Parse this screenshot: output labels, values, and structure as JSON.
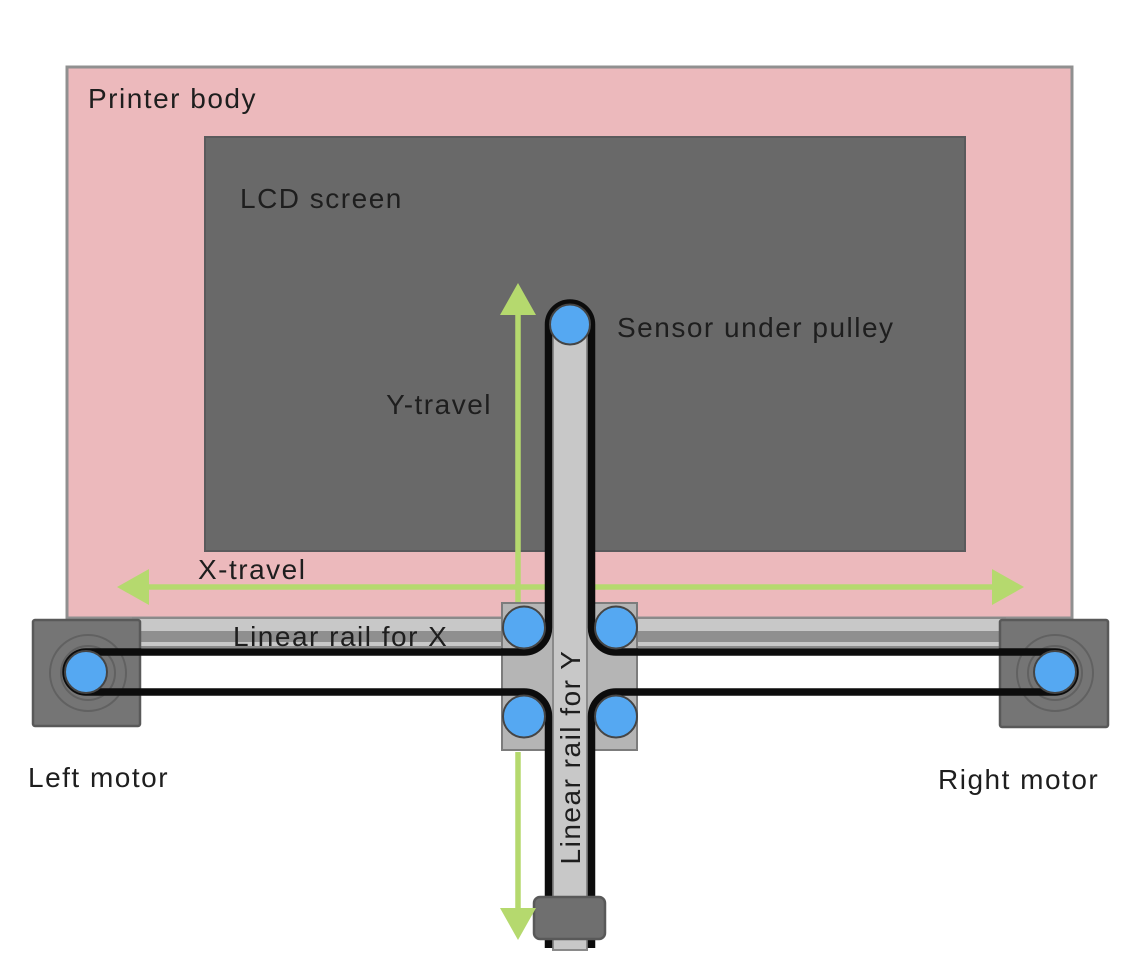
{
  "diagram": {
    "labels": {
      "printer_body": "Printer body",
      "lcd_screen": "LCD screen",
      "sensor": "Sensor under pulley",
      "y_travel": "Y-travel",
      "x_travel": "X-travel",
      "rail_x": "Linear rail for X",
      "rail_y": "Linear rail for Y",
      "left_motor": "Left motor",
      "right_motor": "Right motor"
    },
    "colors": {
      "background": "#ffffff",
      "printer_body": "#ecb9bc",
      "printer_body_border": "#909090",
      "lcd_screen": "#696969",
      "arrow_green": "#b5d96e",
      "pulley_blue": "#55a8f2",
      "belt_black": "#0c0c0c",
      "motor_gray": "#757575",
      "carriage_gray": "#b5b5b5",
      "rail_gray": "#c8c8c8",
      "rail_stripe_gray": "#8f8f8f",
      "tool_head_gray": "#6f6f6f",
      "label_text": "#1e1e1e"
    }
  }
}
